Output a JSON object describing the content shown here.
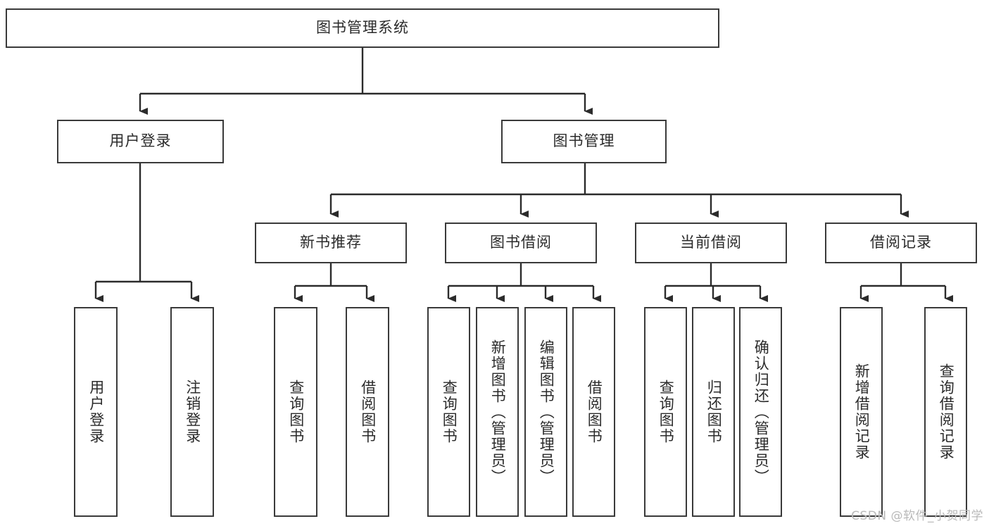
{
  "diagram": {
    "type": "tree",
    "title": "图书管理系统",
    "watermark": "CSDN @软件_小贺同学",
    "colors": {
      "box_border": "#3a3a3a",
      "box_fill": "#ffffff",
      "connector": "#2b2b2b",
      "text": "#2b2b2b",
      "watermark": "#b9b9b9"
    },
    "nodes": {
      "root": {
        "label": "图书管理系统"
      },
      "level2": [
        {
          "id": "user-login",
          "label": "用户登录"
        },
        {
          "id": "book-manage",
          "label": "图书管理"
        }
      ],
      "level3": [
        {
          "id": "new-book-rec",
          "label": "新书推荐"
        },
        {
          "id": "book-borrow",
          "label": "图书借阅"
        },
        {
          "id": "current-borrow",
          "label": "当前借阅"
        },
        {
          "id": "borrow-record",
          "label": "借阅记录"
        }
      ],
      "leaves": {
        "user-login": [
          {
            "id": "leaf-user-login",
            "label": "用户登录"
          },
          {
            "id": "leaf-logout",
            "label": "注销登录"
          }
        ],
        "new-book-rec": [
          {
            "id": "leaf-query-book-1",
            "label": "查询图书"
          },
          {
            "id": "leaf-borrow-book-1",
            "label": "借阅图书"
          }
        ],
        "book-borrow": [
          {
            "id": "leaf-query-book-2",
            "label": "查询图书"
          },
          {
            "id": "leaf-add-book",
            "label": "新增图书（管理员）"
          },
          {
            "id": "leaf-edit-book",
            "label": "编辑图书（管理员）"
          },
          {
            "id": "leaf-borrow-book-2",
            "label": "借阅图书"
          }
        ],
        "current-borrow": [
          {
            "id": "leaf-query-book-3",
            "label": "查询图书"
          },
          {
            "id": "leaf-return-book",
            "label": "归还图书"
          },
          {
            "id": "leaf-confirm-return",
            "label": "确认归还（管理员）"
          }
        ],
        "borrow-record": [
          {
            "id": "leaf-add-record",
            "label": "新增借阅记录"
          },
          {
            "id": "leaf-query-record",
            "label": "查询借阅记录"
          }
        ]
      }
    }
  }
}
